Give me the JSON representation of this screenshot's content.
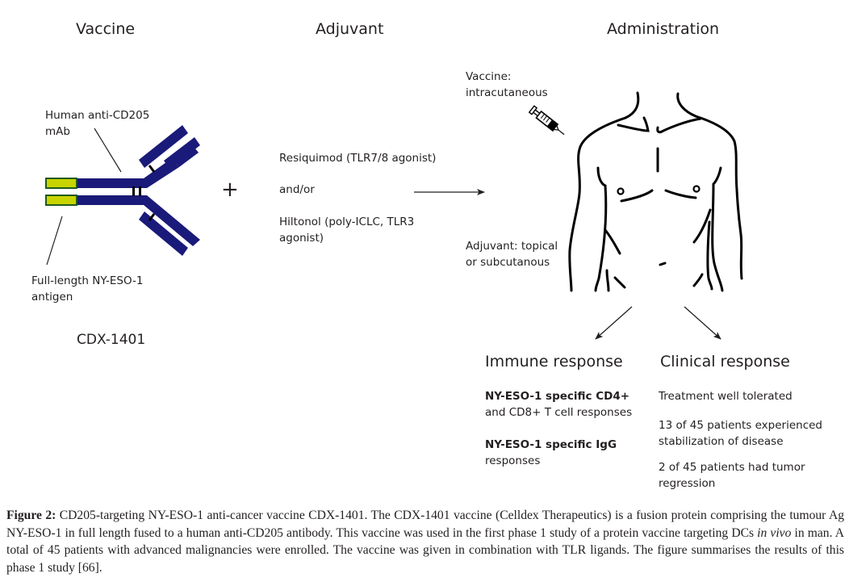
{
  "headers": {
    "vaccine": "Vaccine",
    "adjuvant": "Adjuvant",
    "administration": "Administration"
  },
  "vaccine_panel": {
    "mab_label": "Human anti-CD205\nmAb",
    "antigen_label": "Full-length NY-ESO-1\nantigen",
    "product_name": "CDX-1401",
    "colors": {
      "antibody": "#1a1a7a",
      "antigen_fill": "#c8d400",
      "antigen_border": "#1e5a1e",
      "disulfide": "#000000"
    }
  },
  "plus_sign": "+",
  "adjuvant_panel": {
    "option1": "Resiquimod (TLR7/8 agonist)",
    "connector": "and/or",
    "option2": "Hiltonol (poly-ICLC, TLR3\nagonist)"
  },
  "administration_panel": {
    "vaccine_route": "Vaccine:\nintracutaneous",
    "adjuvant_route": "Adjuvant: topical\nor subcutanous"
  },
  "immune_response": {
    "title": "Immune response",
    "items": [
      {
        "bold": "NY-ESO-1 specific CD4+",
        "rest": "\nand CD8+ T cell responses"
      },
      {
        "bold": "NY-ESO-1 specific IgG",
        "rest": "\nresponses"
      }
    ]
  },
  "clinical_response": {
    "title": "Clinical response",
    "items": [
      "Treatment well tolerated",
      "13 of 45 patients experienced\nstabilization of disease",
      "2 of 45 patients had tumor\nregression"
    ]
  },
  "caption": {
    "label": "Figure 2:",
    "part1": " CD205-targeting NY-ESO-1 anti-cancer vaccine CDX-1401. The CDX-1401 vaccine (Celldex Therapeutics) is a fusion protein comprising the tumour Ag NY-ESO-1 in full length fused to a human anti-CD205 antibody. This vaccine was used in the first phase 1 study of a protein vaccine targeting DCs ",
    "italic": "in vivo",
    "part2": " in man. A total of 45 patients with advanced malignancies were enrolled. The vaccine was given in combination with TLR ligands. The figure summarises the results of this phase 1 study [66]."
  }
}
